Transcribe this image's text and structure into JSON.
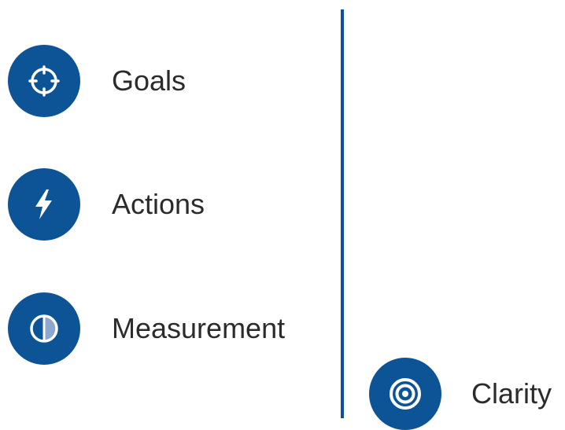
{
  "colors": {
    "accent": "#0d5497",
    "icon_fill": "#ffffff",
    "half_fill": "#8ea7cf",
    "text": "#2b2b2b"
  },
  "items": [
    {
      "label": "Goals",
      "icon": "crosshair-icon"
    },
    {
      "label": "Actions",
      "icon": "lightning-bolt-icon"
    },
    {
      "label": "Measurement",
      "icon": "half-circle-icon"
    },
    {
      "label": "Clarity",
      "icon": "target-bullseye-icon"
    }
  ]
}
